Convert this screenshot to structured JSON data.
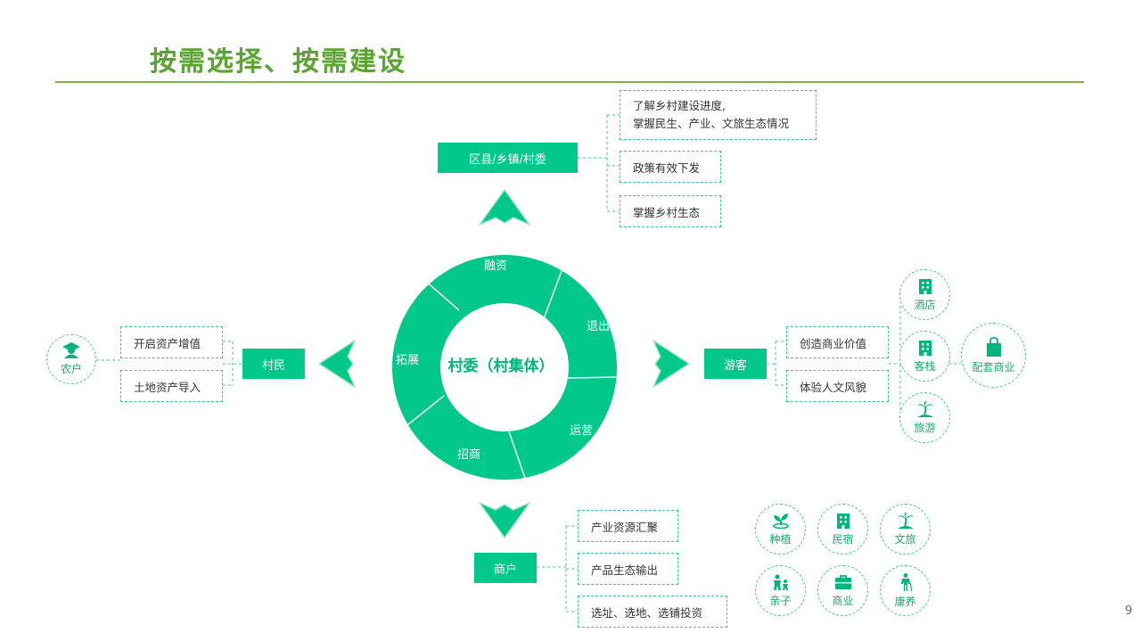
{
  "title": "按需选择、按需建设",
  "page_number": "9",
  "colors": {
    "green": "#00c78a",
    "title_green": "#5aa431",
    "dashed": "#3cc88e"
  },
  "hub": {
    "center": "村委（村集体）",
    "segments": [
      "融资",
      "退出",
      "运营",
      "招商",
      "拓展"
    ]
  },
  "top": {
    "node": "区县/乡镇/村委",
    "items": [
      "了解乡村建设进度,",
      "掌握民生、产业、文旅生态情况",
      "政策有效下发",
      "掌握乡村生态"
    ]
  },
  "left": {
    "node": "村民",
    "items": [
      "开启资产增值",
      "土地资产导入"
    ],
    "icon_label": "农户"
  },
  "right": {
    "node": "游客",
    "items": [
      "创造商业价值",
      "体验人文风貌"
    ],
    "icons": [
      {
        "label": "酒店",
        "icon": "building-icon"
      },
      {
        "label": "客栈",
        "icon": "building-icon"
      },
      {
        "label": "旅游",
        "icon": "palm-tree-icon"
      }
    ],
    "extra": {
      "label": "配套商业",
      "icon": "shopping-bag-icon"
    }
  },
  "bottom": {
    "node": "商户",
    "items": [
      "产业资源汇聚",
      "产品生态输出",
      "选址、选地、选铺投资"
    ],
    "categories": [
      {
        "label": "种植",
        "icon": "sprout-icon"
      },
      {
        "label": "民宿",
        "icon": "building-icon"
      },
      {
        "label": "文旅",
        "icon": "palm-tree-icon"
      },
      {
        "label": "亲子",
        "icon": "family-icon"
      },
      {
        "label": "商业",
        "icon": "briefcase-icon"
      },
      {
        "label": "康养",
        "icon": "walking-person-icon"
      }
    ]
  }
}
